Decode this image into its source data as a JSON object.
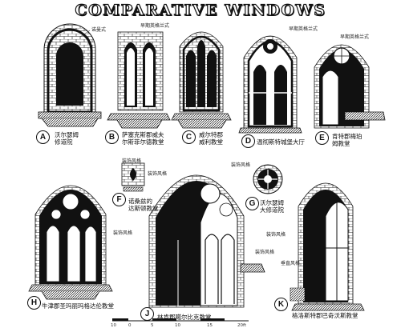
{
  "title": "COMPARATIVE WINDOWS",
  "figures": [
    {
      "letter": "A",
      "caption_lines": [
        "沃尔瑟姆",
        "修道院"
      ]
    },
    {
      "letter": "B",
      "caption_lines": [
        "萨塞克斯郡威夫",
        "尔斯菲尔德教堂"
      ]
    },
    {
      "letter": "C",
      "caption_lines": [
        "威尔特郡",
        "威利教堂"
      ]
    },
    {
      "letter": "D",
      "caption_lines": [
        "温彻斯特城堡大厅"
      ]
    },
    {
      "letter": "E",
      "caption_lines": [
        "肯特郡梅珀",
        "姆教堂"
      ]
    },
    {
      "letter": "F",
      "caption_lines": [
        "诺桑兹的",
        "达斯顿教堂"
      ]
    },
    {
      "letter": "G",
      "caption_lines": [
        "沃尔瑟姆",
        "大修道院"
      ]
    },
    {
      "letter": "H",
      "caption_lines": [
        "牛津郡圣玛丽玛格达伦教堂"
      ]
    },
    {
      "letter": "J",
      "caption_lines": [
        "林肯郡噶尔比克教堂"
      ]
    },
    {
      "letter": "K",
      "caption_lines": [
        "格洛斯特郡巴奇沃斯教堂"
      ]
    }
  ],
  "annotations": {
    "a": "诺曼式",
    "b": "早期英格兰式",
    "d": "早期英格兰式",
    "e": "早期英格兰式",
    "f1": "装饰风格",
    "f2": "装饰风格",
    "g": "装饰风格",
    "h": "装饰风格",
    "j1": "装饰风格",
    "j2": "装饰风格",
    "k": "垂直风格"
  },
  "scale": {
    "ticks": [
      "10",
      "0",
      "5",
      "10",
      "15",
      "20ft"
    ]
  }
}
